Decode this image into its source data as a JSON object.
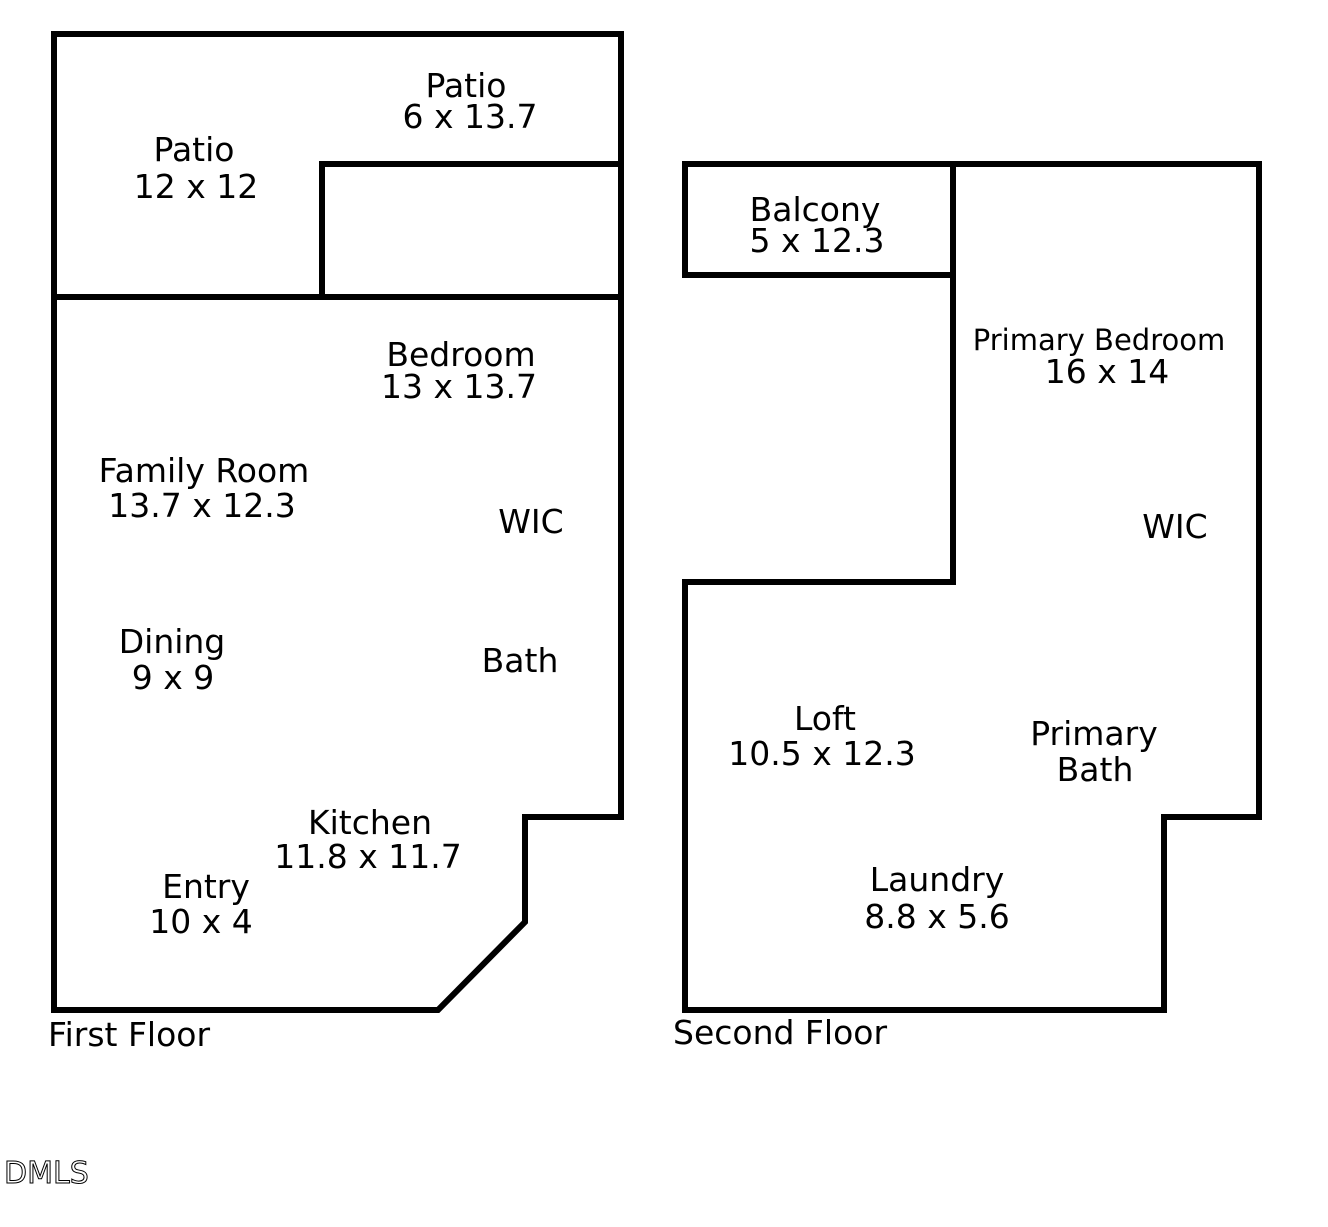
{
  "floors": {
    "first": {
      "label": "First Floor",
      "rooms": {
        "patio_top": {
          "name": "Patio",
          "size": "6 x 13.7"
        },
        "patio_left": {
          "name": "Patio",
          "size": "12 x 12"
        },
        "bedroom": {
          "name": "Bedroom",
          "size": "13 x 13.7"
        },
        "family_room": {
          "name": "Family Room",
          "size": "13.7 x 12.3"
        },
        "wic": {
          "name": "WIC"
        },
        "dining": {
          "name": "Dining",
          "size": "9 x 9"
        },
        "bath": {
          "name": "Bath"
        },
        "kitchen": {
          "name": "Kitchen",
          "size": "11.8 x 11.7"
        },
        "entry": {
          "name": "Entry",
          "size": "10 x 4"
        }
      }
    },
    "second": {
      "label": "Second Floor",
      "rooms": {
        "balcony": {
          "name": "Balcony",
          "size": "5 x 12.3"
        },
        "primary_bedroom": {
          "name": "Primary Bedroom",
          "size": "16 x 14"
        },
        "wic": {
          "name": "WIC"
        },
        "loft": {
          "name": "Loft",
          "size": "10.5 x 12.3"
        },
        "primary_bath": {
          "name_line1": "Primary",
          "name_line2": "Bath"
        },
        "laundry": {
          "name": "Laundry",
          "size": "8.8 x 5.6"
        }
      }
    }
  },
  "watermark": {
    "text": "DMLS"
  },
  "colors": {
    "line": "#000000",
    "background": "#ffffff"
  }
}
